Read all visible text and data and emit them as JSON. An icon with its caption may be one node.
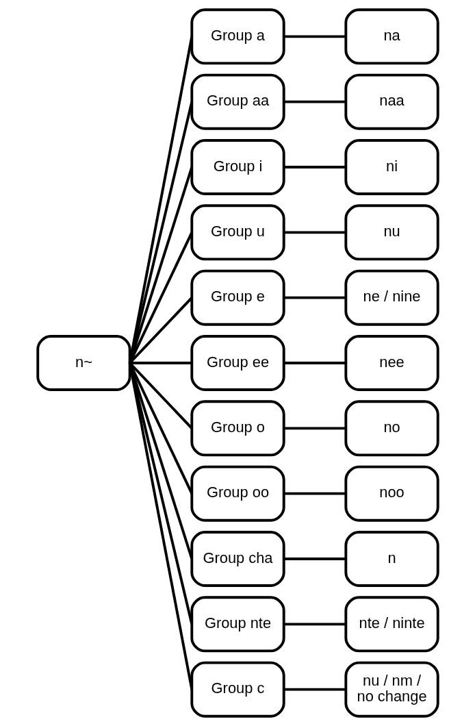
{
  "diagram": {
    "nodes": [
      {
        "text": [
          "n~"
        ]
      },
      {
        "text": [
          "Group a"
        ]
      },
      {
        "text": [
          "na"
        ]
      },
      {
        "text": [
          "Group aa"
        ]
      },
      {
        "text": [
          "naa"
        ]
      },
      {
        "text": [
          "Group i"
        ]
      },
      {
        "text": [
          "ni"
        ]
      },
      {
        "text": [
          "Group u"
        ]
      },
      {
        "text": [
          "nu"
        ]
      },
      {
        "text": [
          "Group e"
        ]
      },
      {
        "text": [
          "ne / nine"
        ]
      },
      {
        "text": [
          "Group ee"
        ]
      },
      {
        "text": [
          "nee"
        ]
      },
      {
        "text": [
          "Group o"
        ]
      },
      {
        "text": [
          "no"
        ]
      },
      {
        "text": [
          "Group oo"
        ]
      },
      {
        "text": [
          "noo"
        ]
      },
      {
        "text": [
          "Group cha"
        ]
      },
      {
        "text": [
          "n"
        ]
      },
      {
        "text": [
          "Group nte"
        ]
      },
      {
        "text": [
          "nte / ninte"
        ]
      },
      {
        "text": [
          "Group c"
        ]
      },
      {
        "text": [
          "nu / nm / no change"
        ]
      }
    ],
    "edges": [
      {
        "from": 0,
        "to": 1,
        "arrow": "none"
      },
      {
        "from": 1,
        "to": 2,
        "arrow": "none"
      },
      {
        "from": 0,
        "to": 3,
        "arrow": "none"
      },
      {
        "from": 3,
        "to": 4,
        "arrow": "none"
      },
      {
        "from": 0,
        "to": 5,
        "arrow": "none"
      },
      {
        "from": 5,
        "to": 6,
        "arrow": "none"
      },
      {
        "from": 0,
        "to": 7,
        "arrow": "none"
      },
      {
        "from": 7,
        "to": 8,
        "arrow": "none"
      },
      {
        "from": 0,
        "to": 9,
        "arrow": "none"
      },
      {
        "from": 9,
        "to": 10,
        "arrow": "none"
      },
      {
        "from": 0,
        "to": 11,
        "arrow": "none"
      },
      {
        "from": 11,
        "to": 12,
        "arrow": "none"
      },
      {
        "from": 0,
        "to": 13,
        "arrow": "none"
      },
      {
        "from": 13,
        "to": 14,
        "arrow": "none"
      },
      {
        "from": 0,
        "to": 15,
        "arrow": "none"
      },
      {
        "from": 15,
        "to": 16,
        "arrow": "none"
      },
      {
        "from": 0,
        "to": 17,
        "arrow": "none"
      },
      {
        "from": 17,
        "to": 18,
        "arrow": "none"
      },
      {
        "from": 0,
        "to": 19,
        "arrow": "none"
      },
      {
        "from": 19,
        "to": 20,
        "arrow": "none"
      },
      {
        "from": 0,
        "to": 21,
        "arrow": "none"
      },
      {
        "from": 21,
        "to": 22,
        "arrow": "none"
      }
    ]
  }
}
